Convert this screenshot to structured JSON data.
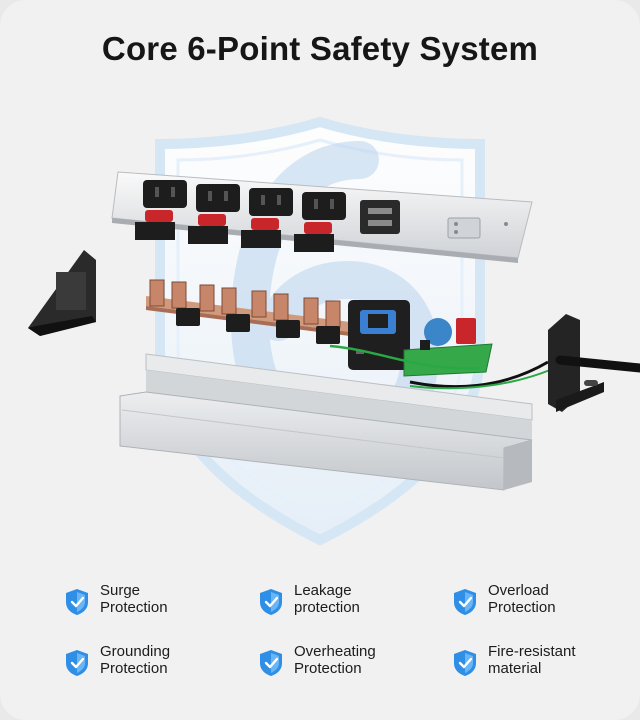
{
  "title": "Core 6-Point Safety System",
  "colors": {
    "background": "#f1f1f1",
    "shield_outline": "#cfe3f5",
    "icon_blue": "#2f8fe6",
    "socket_black": "#1d1d1d",
    "rocker_red": "#c9262c",
    "pcb_green": "#35a94a",
    "aluminium": "#d6d8db"
  },
  "features": [
    {
      "line1": "Surge",
      "line2": "Protection",
      "icon": "shield-check-icon"
    },
    {
      "line1": "Leakage",
      "line2": "protection",
      "icon": "shield-check-icon"
    },
    {
      "line1": "Overload",
      "line2": "Protection",
      "icon": "shield-check-icon"
    },
    {
      "line1": "Grounding",
      "line2": "Protection",
      "icon": "shield-check-icon"
    },
    {
      "line1": "Overheating",
      "line2": "Protection",
      "icon": "shield-check-icon"
    },
    {
      "line1": "Fire-resistant",
      "line2": "material",
      "icon": "shield-check-icon"
    }
  ]
}
